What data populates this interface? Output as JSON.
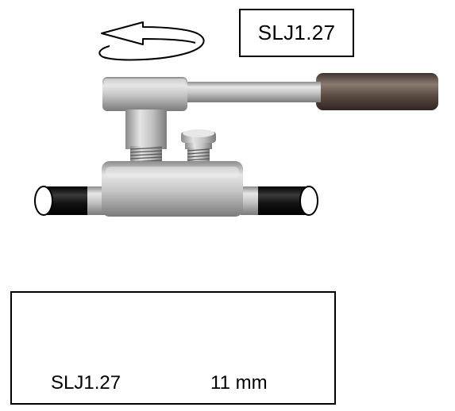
{
  "top_label": "SLJ1.27",
  "bottom_panel": {
    "model": "SLJ1.27",
    "size": "11 mm"
  },
  "icons": {
    "rotation": "counterclockwise-arrow-icon",
    "socket": "hex-socket-icon"
  },
  "colors": {
    "metal_light": "#d8d8d8",
    "metal_dark": "#7d7d7d",
    "handle_grip": "#5a4a42",
    "pipe": "#111111",
    "outline": "#000000"
  }
}
